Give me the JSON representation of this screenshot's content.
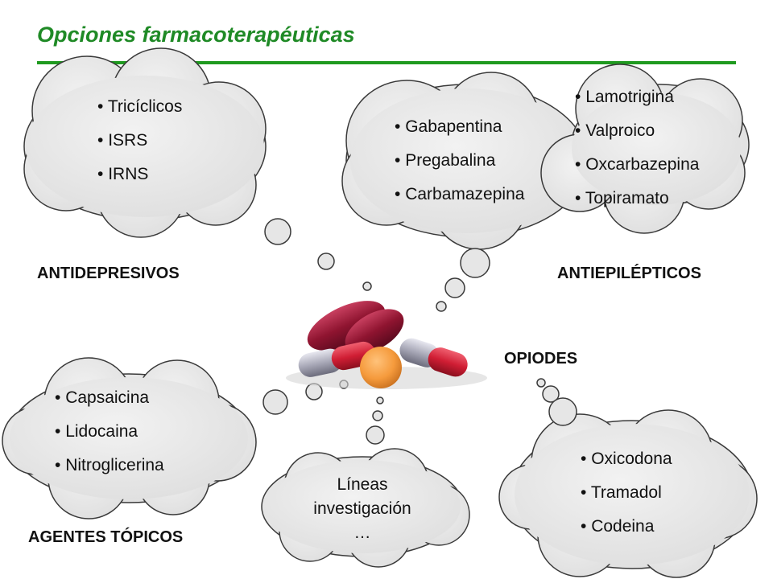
{
  "title": "Opciones farmacoterapéuticas",
  "colors": {
    "title": "#1f8a26",
    "rule": "#1f9a1f",
    "cloud_fill": "#e6e6e6",
    "cloud_stroke": "#3a3a3a"
  },
  "antidepresivos": {
    "label": "ANTIDEPRESIVOS",
    "items": [
      "Tricíclicos",
      "ISRS",
      "IRNS"
    ]
  },
  "antiepilepticos": {
    "label": "ANTIEPILÉPTICOS",
    "items_left": [
      "Gabapentina",
      "Pregabalina",
      "Carbamazepina"
    ],
    "items_right": [
      "Lamotrigina",
      "Valproico",
      "Oxcarbazepina",
      "Topiramato"
    ]
  },
  "opiodes": {
    "label": "OPIODES",
    "items": [
      "Oxicodona",
      "Tramadol",
      "Codeina"
    ]
  },
  "topicos": {
    "label": "AGENTES TÓPICOS",
    "items": [
      "Capsaicina",
      "Lidocaina",
      "Nitroglicerina"
    ]
  },
  "investigacion": {
    "line1": "Líneas",
    "line2": "investigación",
    "line3": "…"
  },
  "center_image": "pills-and-capsules-image"
}
